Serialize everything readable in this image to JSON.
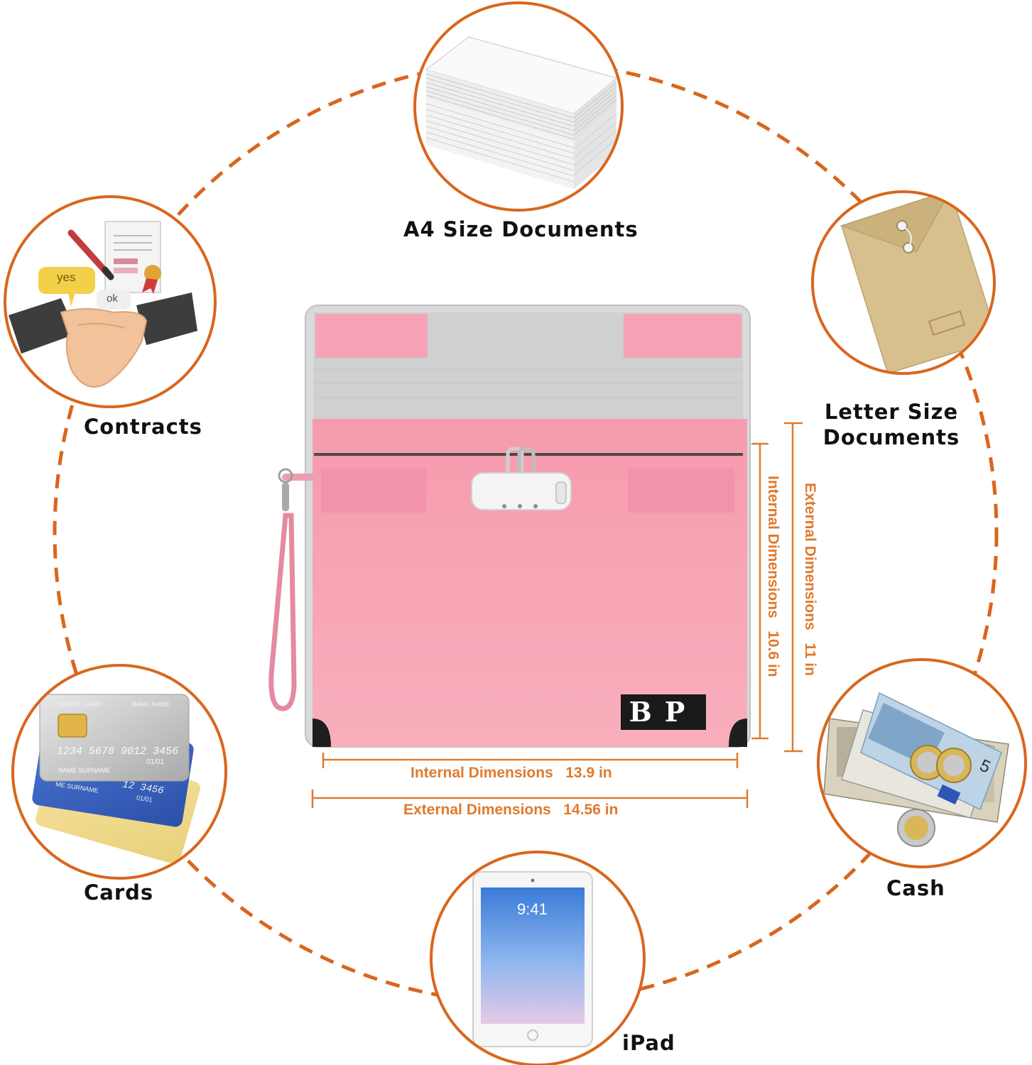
{
  "colors": {
    "accent_orange": "#e07a2c",
    "ring_stroke": "#d9661e",
    "folder_pink": "#f7a3b4",
    "folder_grey": "#d3d4d6"
  },
  "items": [
    {
      "label": "A4 Size Documents",
      "icon": "paper-stack-icon"
    },
    {
      "label": "Letter Size Documents",
      "icon": "kraft-envelope-icon"
    },
    {
      "label": "Cash",
      "icon": "cash-coins-icon"
    },
    {
      "label": "iPad",
      "icon": "tablet-icon"
    },
    {
      "label": "Cards",
      "icon": "credit-cards-icon"
    },
    {
      "label": "Contracts",
      "icon": "handshake-contract-icon"
    }
  ],
  "illustration": {
    "contracts_bubble_yes": "yes",
    "contracts_bubble_ok": "ok",
    "card_silver_brand": "SILVER CARD",
    "card_silver_bank": "BANK NAME",
    "card_number": "1234 5678 9012 3456",
    "card_expiry": "01/01",
    "card_name": "NAME SURNAME",
    "card_blue_name": "ME SURNAME",
    "card_blue_number": "12 3456",
    "card_blue_expiry": "01/01",
    "ipad_time": "9:41",
    "banknote_value": "5"
  },
  "folder": {
    "logo_text": "BP"
  },
  "dimensions": {
    "internal_width": {
      "label": "Internal Dimensions",
      "value": "13.9 in"
    },
    "external_width": {
      "label": "External Dimensions",
      "value": "14.56 in"
    },
    "internal_height": {
      "label": "Internal Dimensions",
      "value": "10.6 in"
    },
    "external_height": {
      "label": "External Dimensions",
      "value": "11 in"
    }
  }
}
